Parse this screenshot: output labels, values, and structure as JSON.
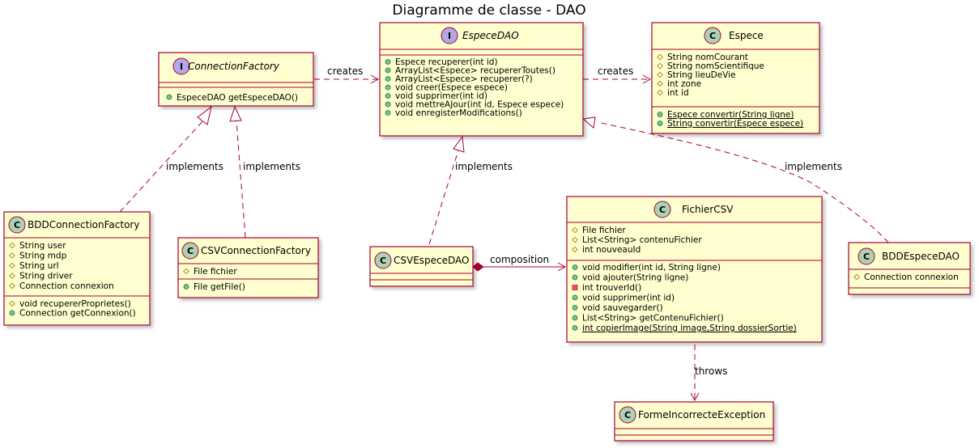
{
  "title": "Diagramme de classe - DAO",
  "classes": {
    "connection_factory": {
      "name": "ConnectionFactory",
      "stereotype": "I",
      "fields": [],
      "methods": [
        "EspeceDAO getEspeceDAO()"
      ]
    },
    "espece_dao": {
      "name": "EspeceDAO",
      "stereotype": "I",
      "fields": [],
      "methods": [
        "Espece recuperer(int id)",
        "ArrayList<Espece> recupererToutes()",
        "ArrayList<Espece> recuperer(?)",
        "void creer(Espece espece)",
        "void supprimer(int id)",
        "void mettreAJour(int id, Espece espece)",
        "void enregisterModifications()"
      ]
    },
    "espece": {
      "name": "Espece",
      "stereotype": "C",
      "fields": [
        "String nomCourant",
        "String nomScientifique",
        "String lieuDeVie",
        "int zone",
        "int id"
      ],
      "methods": [
        "Espece convertir(String ligne)",
        "String convertir(Espece espece)"
      ]
    },
    "bdd_connection_factory": {
      "name": "BDDConnectionFactory",
      "stereotype": "C",
      "fields": [
        "String user",
        "String mdp",
        "String url",
        "String driver",
        "Connection connexion"
      ],
      "methods": [
        "void recupererProprietes()",
        "Connection getConnexion()"
      ]
    },
    "csv_connection_factory": {
      "name": "CSVConnectionFactory",
      "stereotype": "C",
      "fields": [
        "File fichier"
      ],
      "methods": [
        "File getFile()"
      ]
    },
    "csv_espece_dao": {
      "name": "CSVEspeceDAO",
      "stereotype": "C",
      "fields": [],
      "methods": []
    },
    "fichier_csv": {
      "name": "FichierCSV",
      "stereotype": "C",
      "fields": [
        "File fichier",
        "List<String> contenuFichier",
        "int nouveauId"
      ],
      "methods": [
        "void modifier(int id, String ligne)",
        "void ajouter(String ligne)",
        "int trouverId()",
        "void supprimer(int id)",
        "void sauvegarder()",
        "List<String> getContenuFichier()",
        "int copierImage(String image,String dossierSortie)"
      ]
    },
    "bdd_espece_dao": {
      "name": "BDDEspeceDAO",
      "stereotype": "C",
      "fields": [
        "Connection connexion"
      ],
      "methods": []
    },
    "forme_exception": {
      "name": "FormeIncorrecteException",
      "stereotype": "C",
      "fields": [],
      "methods": []
    }
  },
  "relations": {
    "cf_creates": "creates",
    "dao_creates": "creates",
    "impl_bdd_cf": "implements",
    "impl_csv_cf": "implements",
    "impl_csv_dao": "implements",
    "impl_bdd_dao": "implements",
    "composition": "composition",
    "throws": "throws"
  },
  "colors": {
    "class_fill": "#FEFECE",
    "border": "#A80036",
    "class_badge": "#ADD1B2",
    "interface_badge": "#B4A7E5",
    "text": "#000000"
  }
}
